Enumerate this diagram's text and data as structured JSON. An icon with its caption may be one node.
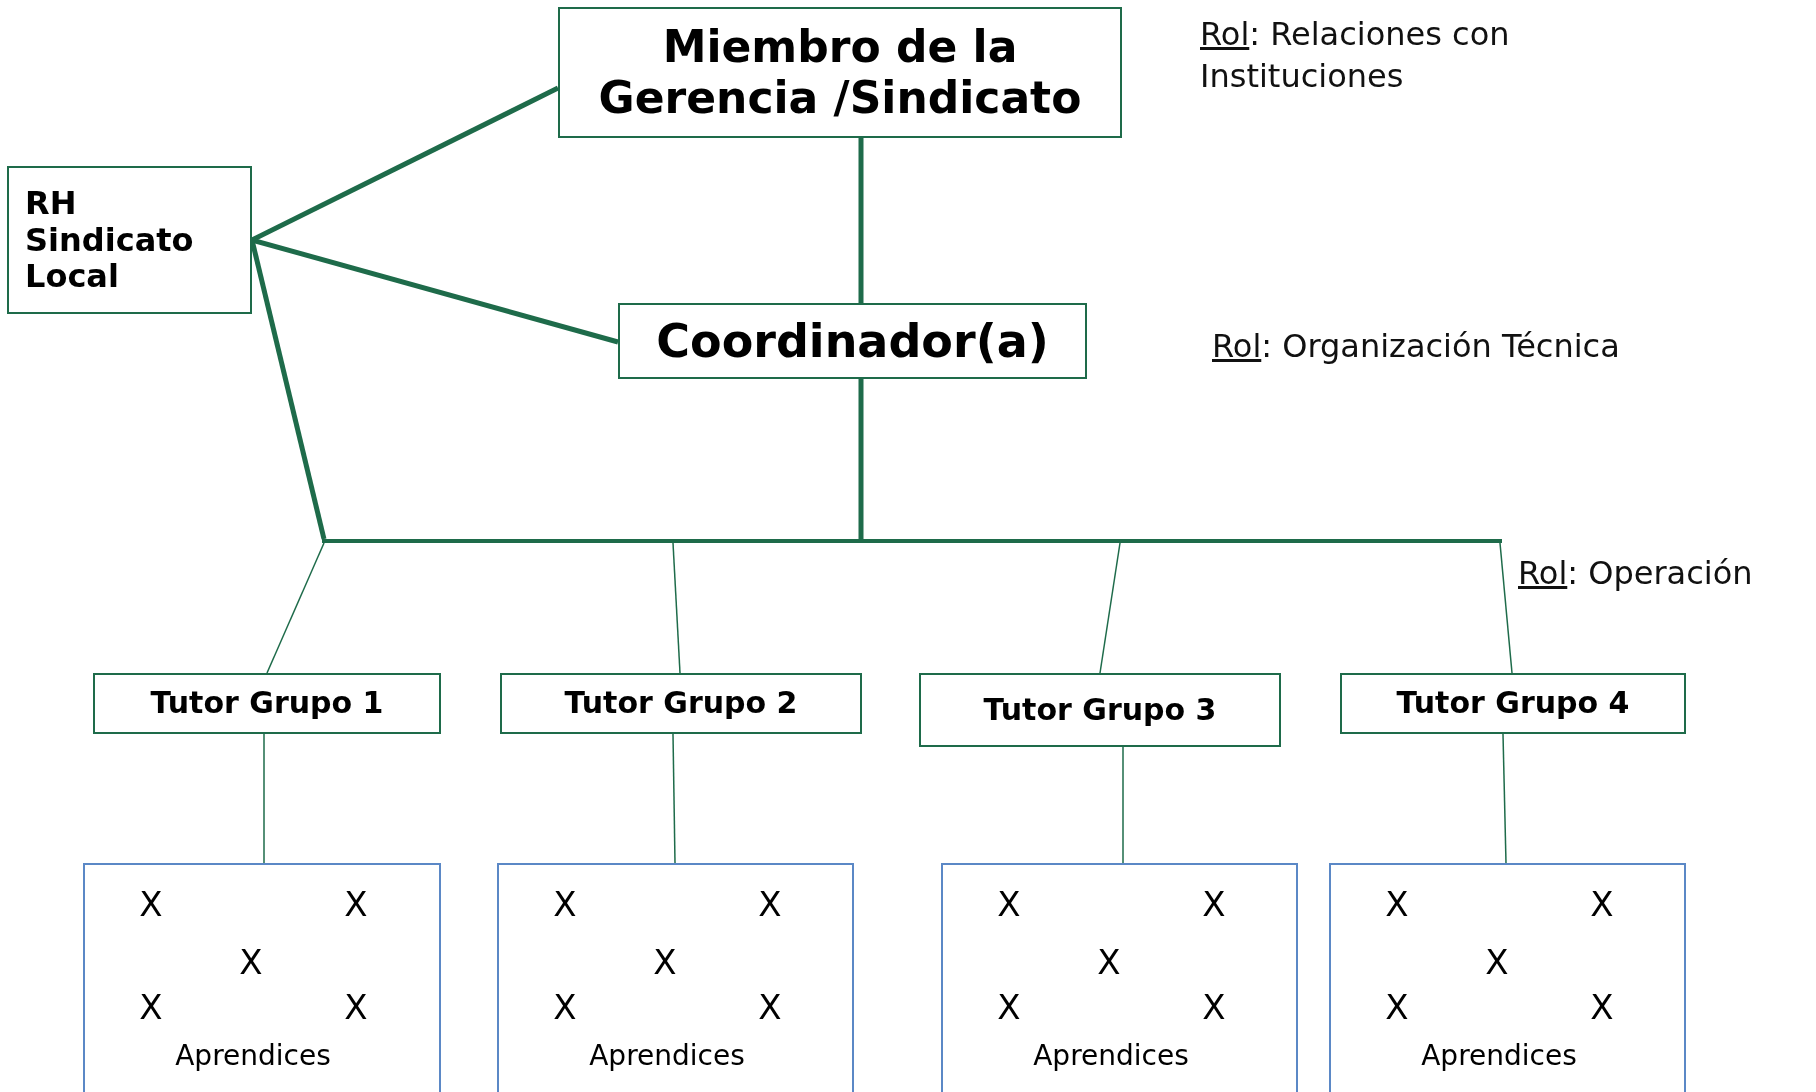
{
  "diagram": {
    "nodes": [
      {
        "text": [
          "Miembro de la Gerencia /Sindicato"
        ]
      },
      {
        "text": [
          "RH Sindicato Local"
        ]
      },
      {
        "text": [
          "Coordinador(a)"
        ]
      },
      {
        "text": [],
        "shape": "bar"
      },
      {
        "text": [
          "Tutor Grupo 1"
        ]
      },
      {
        "text": [
          "Tutor Grupo 2"
        ]
      },
      {
        "text": [
          "Tutor Grupo 3"
        ]
      },
      {
        "text": [
          "Tutor Grupo 4"
        ]
      },
      {
        "text": [
          "X",
          "X",
          "X",
          "X",
          "X",
          "Aprendices"
        ]
      },
      {
        "text": [
          "X",
          "X",
          "X",
          "X",
          "X",
          "Aprendices"
        ]
      },
      {
        "text": [
          "X",
          "X",
          "X",
          "X",
          "X",
          "Aprendices"
        ]
      },
      {
        "text": [
          "X",
          "X",
          "X",
          "X",
          "X",
          "Aprendices"
        ]
      }
    ],
    "edges": [
      {
        "from": 1,
        "to": 0,
        "arrow": "none",
        "style": "thick"
      },
      {
        "from": 1,
        "to": 2,
        "arrow": "none",
        "style": "thick"
      },
      {
        "from": 0,
        "to": 2,
        "arrow": "none",
        "style": "thick"
      },
      {
        "from": 2,
        "to": 3,
        "arrow": "none",
        "style": "thick"
      },
      {
        "from": 1,
        "to": 3,
        "arrow": "none",
        "style": "thick"
      },
      {
        "from": 3,
        "to": 4,
        "arrow": "none"
      },
      {
        "from": 3,
        "to": 5,
        "arrow": "none"
      },
      {
        "from": 3,
        "to": 6,
        "arrow": "none"
      },
      {
        "from": 3,
        "to": 7,
        "arrow": "none"
      },
      {
        "from": 4,
        "to": 8,
        "arrow": "none"
      },
      {
        "from": 5,
        "to": 9,
        "arrow": "none"
      },
      {
        "from": 6,
        "to": 10,
        "arrow": "none"
      },
      {
        "from": 7,
        "to": 11,
        "arrow": "none"
      }
    ],
    "labels": [
      "Rol: Relaciones con Instituciones",
      "Rol:  Organización Técnica",
      "Rol:  Operación"
    ]
  }
}
